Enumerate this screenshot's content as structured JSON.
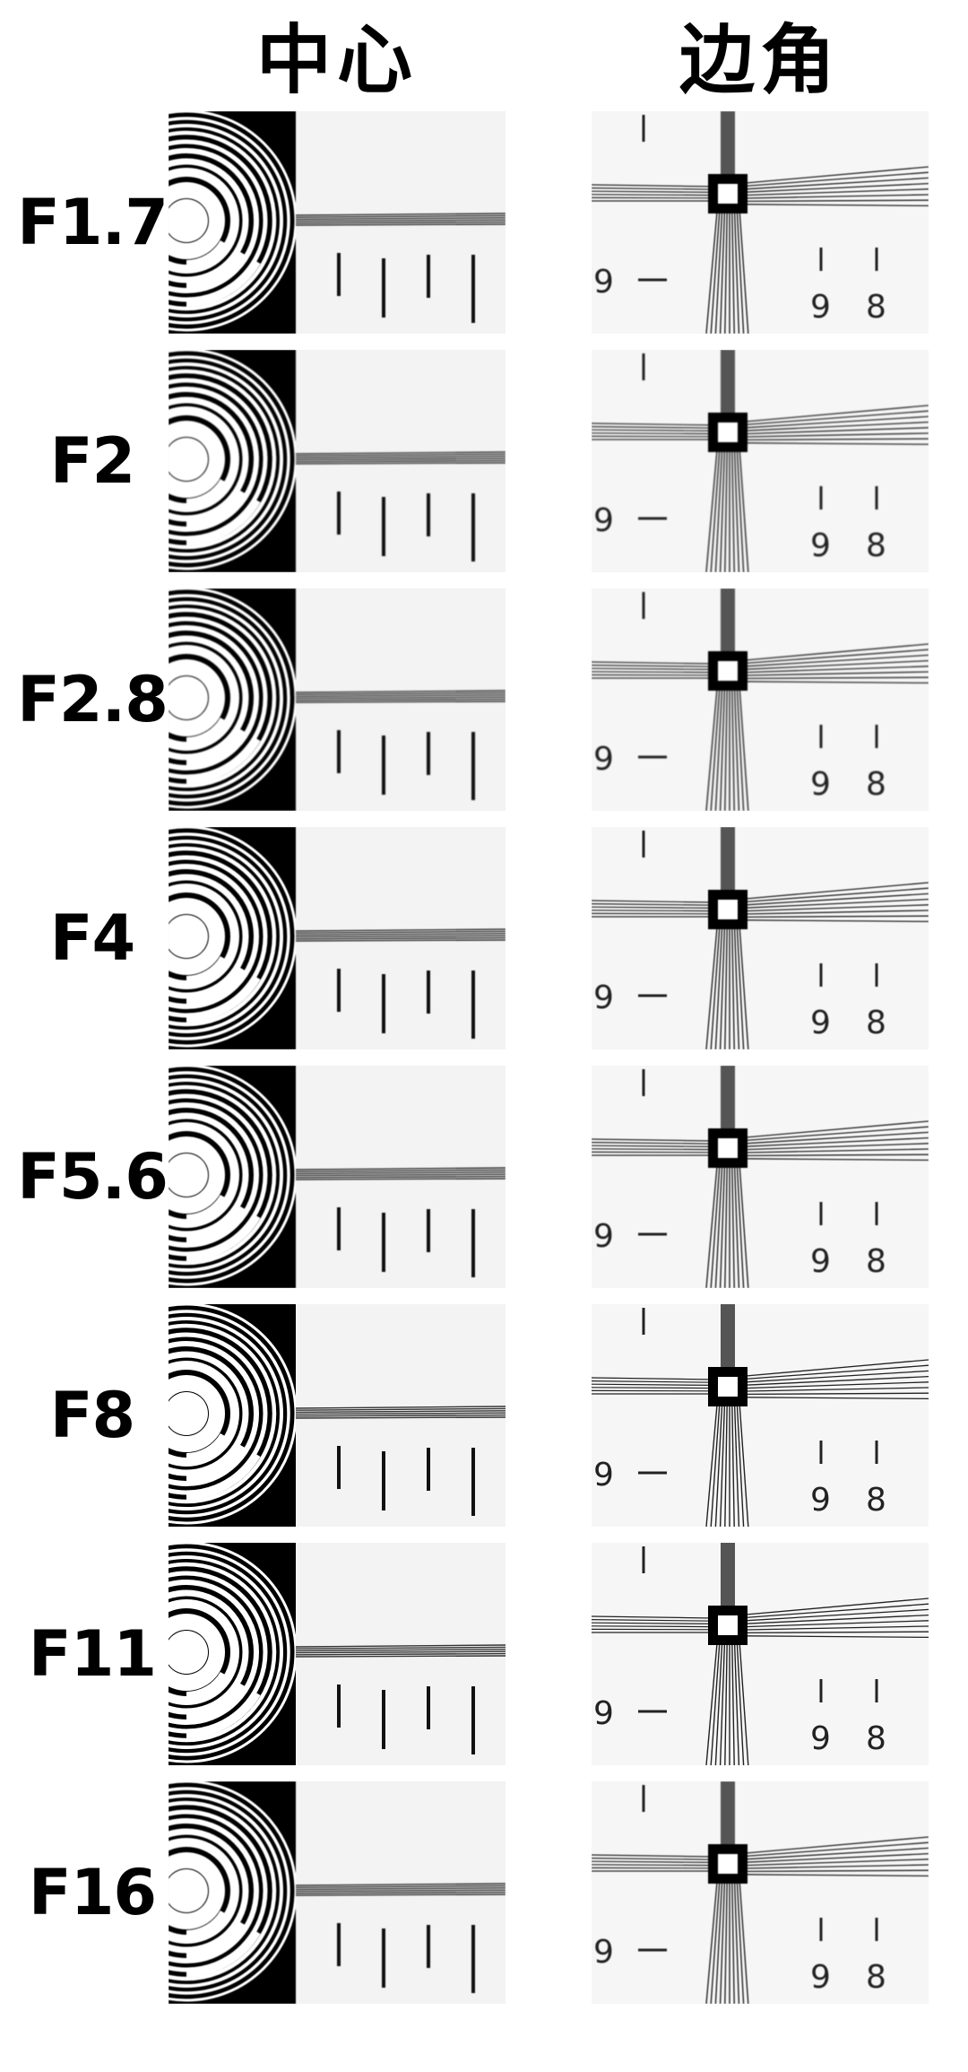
{
  "headers": {
    "center": "中心",
    "corner": "边角"
  },
  "colors": {
    "background": "#ffffff",
    "ink": "#000000",
    "chart_paper": "#f3f3f3"
  },
  "corner_chart_labels": {
    "left_number": "9",
    "bottom_number_a": "9",
    "bottom_number_b": "8"
  },
  "rows": [
    {
      "aperture": "F1.7",
      "blur": 0.4
    },
    {
      "aperture": "F2",
      "blur": 0.9
    },
    {
      "aperture": "F2.8",
      "blur": 0.7
    },
    {
      "aperture": "F4",
      "blur": 0.6
    },
    {
      "aperture": "F5.6",
      "blur": 0.4
    },
    {
      "aperture": "F8",
      "blur": 0.3
    },
    {
      "aperture": "F11",
      "blur": 0.3
    },
    {
      "aperture": "F16",
      "blur": 0.4
    }
  ]
}
